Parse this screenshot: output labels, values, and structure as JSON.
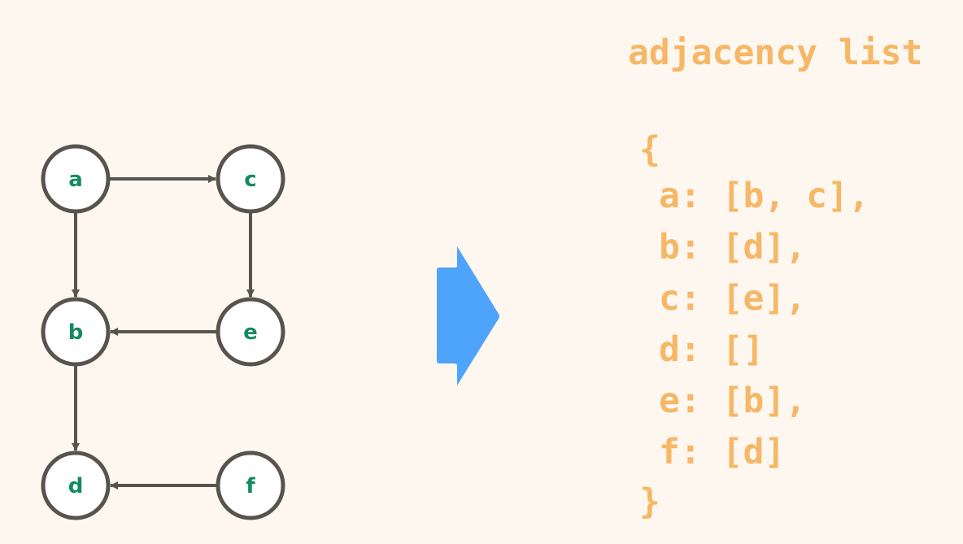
{
  "graph": {
    "nodes": [
      "a",
      "b",
      "c",
      "d",
      "e",
      "f"
    ],
    "edges": [
      [
        "a",
        "c"
      ],
      [
        "a",
        "b"
      ],
      [
        "c",
        "e"
      ],
      [
        "e",
        "b"
      ],
      [
        "b",
        "d"
      ],
      [
        "f",
        "d"
      ]
    ]
  },
  "colors": {
    "background": "#fdf7f0",
    "node_stroke": "#57544e",
    "node_label": "#138a64",
    "arrow": "#4ea3fb",
    "code": "#f6b766"
  },
  "title": "adjacency list",
  "code": {
    "open": "{",
    "lines": [
      "a: [b, c],",
      "b: [d],",
      "c: [e],",
      "d: []",
      "e: [b],",
      "f: [d]"
    ],
    "close": "}"
  }
}
